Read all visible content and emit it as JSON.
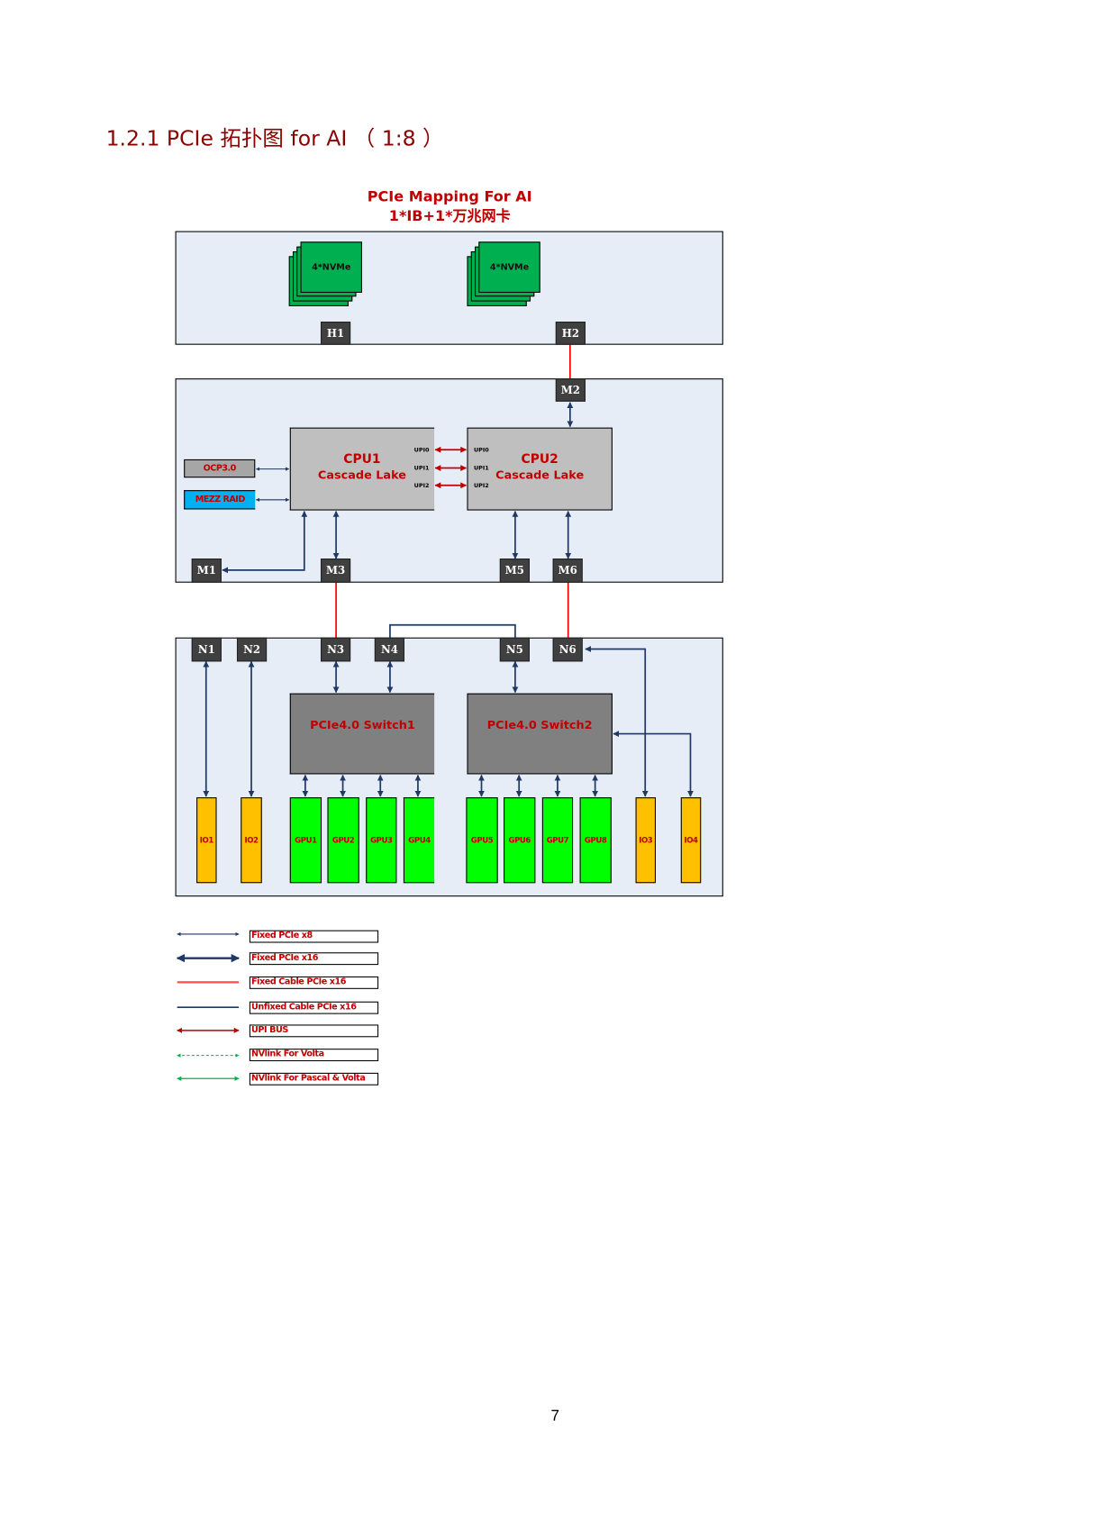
{
  "heading": "1.2.1  PCIe 拓扑图 for AI （ 1:8 ）",
  "diagram": {
    "title_line1": "PCIe Mapping For AI",
    "title_line2": "1*IB+1*万兆网卡",
    "storage_panel": {
      "nvme_groups": [
        {
          "label": "4*NVMe"
        },
        {
          "label": "4*NVMe"
        }
      ],
      "ports": [
        "H1",
        "H2"
      ]
    },
    "cpu_panel": {
      "cpus": [
        {
          "name": "CPU1",
          "model": "Cascade Lake",
          "upi": [
            "UPI0",
            "UPI1",
            "UPI2"
          ]
        },
        {
          "name": "CPU2",
          "model": "Cascade Lake",
          "upi": [
            "UPI0",
            "UPI1",
            "UPI2"
          ]
        }
      ],
      "side_cards": [
        {
          "label": "OCP3.0",
          "color": "#a6a6a6"
        },
        {
          "label": "MEZZ RAID",
          "color": "#00b0f0"
        }
      ],
      "ports": [
        "M1",
        "M2",
        "M3",
        "M5",
        "M6"
      ]
    },
    "switch_panel": {
      "ports": [
        "N1",
        "N2",
        "N3",
        "N4",
        "N5",
        "N6"
      ],
      "switches": [
        {
          "label": "PCIe4.0 Switch1"
        },
        {
          "label": "PCIe4.0 Switch2"
        }
      ],
      "io_slots": [
        "IO1",
        "IO2",
        "IO3",
        "IO4"
      ],
      "gpus": [
        "GPU1",
        "GPU2",
        "GPU3",
        "GPU4",
        "GPU5",
        "GPU6",
        "GPU7",
        "GPU8"
      ]
    },
    "connections": [
      {
        "from": "H2",
        "to": "M2",
        "type": "Fixed Cable PCIe x16"
      },
      {
        "from": "M2",
        "to": "CPU2",
        "type": "Fixed PCIe x16"
      },
      {
        "from": "CPU1",
        "to": "CPU2",
        "type": "UPI BUS",
        "links": [
          "UPI0",
          "UPI1",
          "UPI2"
        ]
      },
      {
        "from": "OCP3.0",
        "to": "CPU1",
        "type": "Fixed PCIe x8"
      },
      {
        "from": "MEZZ RAID",
        "to": "CPU1",
        "type": "Fixed PCIe x8"
      },
      {
        "from": "CPU1",
        "to": "M1",
        "type": "Fixed PCIe x16"
      },
      {
        "from": "CPU1",
        "to": "M3",
        "type": "Fixed PCIe x16"
      },
      {
        "from": "CPU2",
        "to": "M5",
        "type": "Fixed PCIe x16"
      },
      {
        "from": "CPU2",
        "to": "M6",
        "type": "Fixed PCIe x16"
      },
      {
        "from": "M3",
        "to": "N3",
        "type": "Fixed Cable PCIe x16"
      },
      {
        "from": "M6",
        "to": "N6",
        "type": "Fixed Cable PCIe x16"
      },
      {
        "from": "N4",
        "to": "N5",
        "type": "Unfixed Cable PCIe x16"
      },
      {
        "from": "N3",
        "to": "Switch1",
        "type": "Fixed PCIe x16"
      },
      {
        "from": "N4",
        "to": "Switch1",
        "type": "Fixed PCIe x16"
      },
      {
        "from": "N5",
        "to": "Switch2",
        "type": "Fixed PCIe x16"
      },
      {
        "from": "N1",
        "to": "IO1",
        "type": "Fixed PCIe x16"
      },
      {
        "from": "N2",
        "to": "IO2",
        "type": "Fixed PCIe x16"
      },
      {
        "from": "N6",
        "to": "IO3",
        "type": "Fixed PCIe x16"
      },
      {
        "from": "IO4",
        "to": "Switch2",
        "type": "Fixed PCIe x16"
      },
      {
        "from": "Switch1",
        "to": "GPU1-GPU4",
        "type": "Fixed PCIe x16"
      },
      {
        "from": "Switch2",
        "to": "GPU5-GPU8",
        "type": "Fixed PCIe x16"
      }
    ]
  },
  "legend": [
    {
      "label": "Fixed PCIe x8",
      "style": "thin-blue-arrow",
      "color": "#1f3864"
    },
    {
      "label": "Fixed PCIe x16",
      "style": "thick-blue-arrow",
      "color": "#1f3864"
    },
    {
      "label": "Fixed Cable PCIe x16",
      "style": "red-line",
      "color": "#ff0000"
    },
    {
      "label": "Unfixed Cable PCIe x16",
      "style": "blue-line",
      "color": "#1f3864"
    },
    {
      "label": "UPI BUS",
      "style": "red-arrow",
      "color": "#c00000"
    },
    {
      "label": "NVlink For Volta",
      "style": "green-dashed-arrow",
      "color": "#00b050"
    },
    {
      "label": "NVlink For Pascal & Volta",
      "style": "green-arrow",
      "color": "#00b050"
    }
  ],
  "page_number": "7"
}
